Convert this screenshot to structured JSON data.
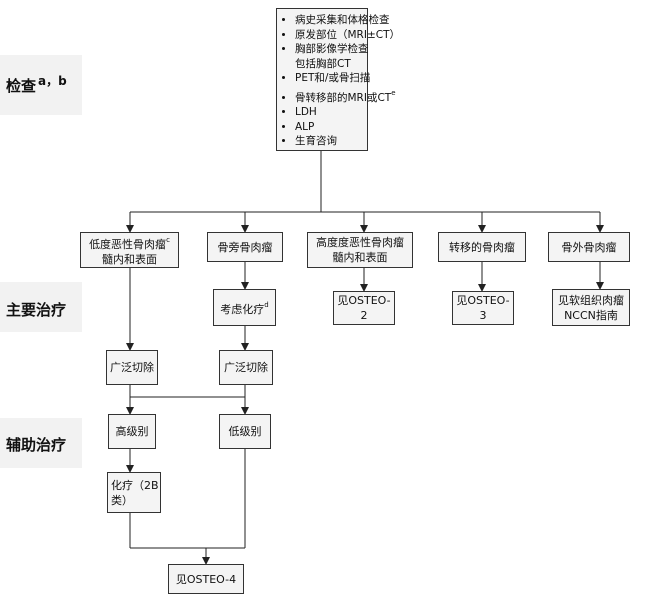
{
  "sections": {
    "workup": "检查",
    "workup_sup": "a，b",
    "primary": "主要治疗",
    "adjuvant": "辅助治疗"
  },
  "workup_items": [
    {
      "text": "病史采集和体格检查",
      "sup": ""
    },
    {
      "text": "原发部位（MRI±CT）",
      "sup": ""
    },
    {
      "text": "胸部影像学检查",
      "sup": ""
    },
    {
      "text": "包括胸部CT",
      "sup": "",
      "continuation": true
    },
    {
      "text": "PET和/或骨扫描",
      "sup": ""
    },
    {
      "text": "骨转移部的MRI或CT",
      "sup": "e"
    },
    {
      "text": "LDH",
      "sup": ""
    },
    {
      "text": "ALP",
      "sup": ""
    },
    {
      "text": "生育咨询",
      "sup": ""
    }
  ],
  "categories": {
    "low_grade": {
      "line1": "低度恶性骨肉瘤",
      "sup": "c",
      "line2": "髓内和表面"
    },
    "parosteal": {
      "line1": "骨旁骨肉瘤"
    },
    "high_grade": {
      "line1": "高度度恶性骨肉瘤",
      "line2": "髓内和表面"
    },
    "metastatic": {
      "line1": "转移的骨肉瘤"
    },
    "extraskeletal": {
      "line1": "骨外骨肉瘤"
    }
  },
  "primary": {
    "consider_chemo": "考虑化疗",
    "consider_chemo_sup": "d",
    "see_osteo2": "见OSTEO-2",
    "see_osteo3": "见OSTEO-3",
    "see_soft_tissue_1": "见软组织肉瘤",
    "see_soft_tissue_2": "NCCN指南",
    "wide_excision_1": "广泛切除",
    "wide_excision_2": "广泛切除"
  },
  "adjuvant": {
    "high_grade_label": "高级别",
    "low_grade_label": "低级别",
    "chemo_1": "化疗（2B",
    "chemo_2": "类）",
    "see_osteo4": "见OSTEO-4"
  }
}
